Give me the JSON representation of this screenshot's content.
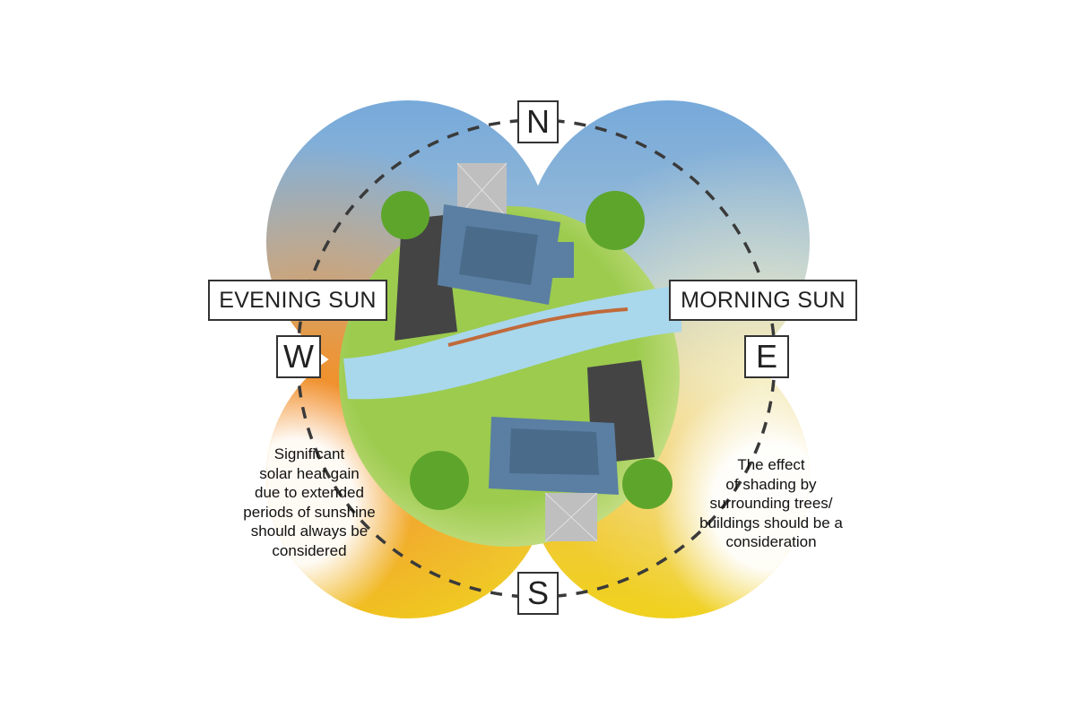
{
  "compass": {
    "north": "N",
    "south": "S",
    "west": "W",
    "east": "E"
  },
  "labels": {
    "evening": "EVENING SUN",
    "morning": "MORNING SUN"
  },
  "notes": {
    "west": [
      "Significant",
      "solar heat gain",
      "due to extended",
      "periods of sunshine",
      "should always be",
      "considered"
    ],
    "east": [
      "The effect",
      "of shading by",
      "surrounding trees/",
      "buildings should be a",
      "consideration"
    ]
  },
  "colors": {
    "sky": "#78aad8",
    "evening": "#f29a2e",
    "noon": "#efd21e",
    "morning": "#f3ecb0",
    "grass": "#9dc94e",
    "river": "#a9d7ec",
    "roof": "#5a7fa3"
  }
}
